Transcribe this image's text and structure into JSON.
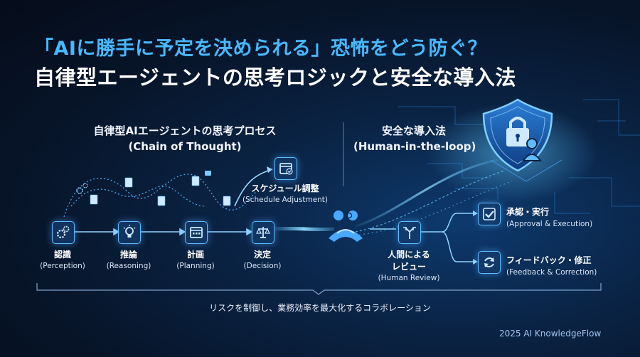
{
  "header": {
    "title_line1": "「AIに勝手に予定を決められる」恐怖をどう防ぐ？",
    "title_line2": "自律型エージェントの思考ロジックと安全な導入法"
  },
  "left_section": {
    "title": "自律型AIエージェントの思考プロセス",
    "subtitle": "(Chain of Thought)",
    "steps": [
      {
        "ja": "認識",
        "en": "(Perception)",
        "icon": "gears-icon"
      },
      {
        "ja": "推論",
        "en": "(Reasoning)",
        "icon": "lightbulb-icon"
      },
      {
        "ja": "計画",
        "en": "(Planning)",
        "icon": "calendar-icon"
      },
      {
        "ja": "決定",
        "en": "(Decision)",
        "icon": "scales-icon"
      }
    ],
    "schedule": {
      "ja": "スケジュール調整",
      "en": "(Schedule Adjustment)",
      "icon": "calendar-check-icon"
    }
  },
  "right_section": {
    "title": "安全な導入法",
    "subtitle": "(Human-in-the-loop)",
    "review": {
      "ja_line1": "人間による",
      "ja_line2": "レビュー",
      "en": "(Human Review)",
      "icon": "branch-arrows-icon"
    },
    "outcomes": [
      {
        "ja": "承認・実行",
        "en": "(Approval & Execution)",
        "icon": "checkmark-icon"
      },
      {
        "ja": "フィードバック・修正",
        "en": "(Feedback & Correction)",
        "icon": "refresh-icon"
      }
    ],
    "center_icon": "handshake-icon",
    "shield_icon": "shield-lock-user-icon"
  },
  "footer": {
    "caption": "リスクを制御し、業務効率を最大化するコラボレーション",
    "brand": "2025 AI KnowledgeFlow"
  },
  "colors": {
    "accent": "#49b8ff",
    "background": "#071428",
    "glow": "#5fbcff"
  }
}
